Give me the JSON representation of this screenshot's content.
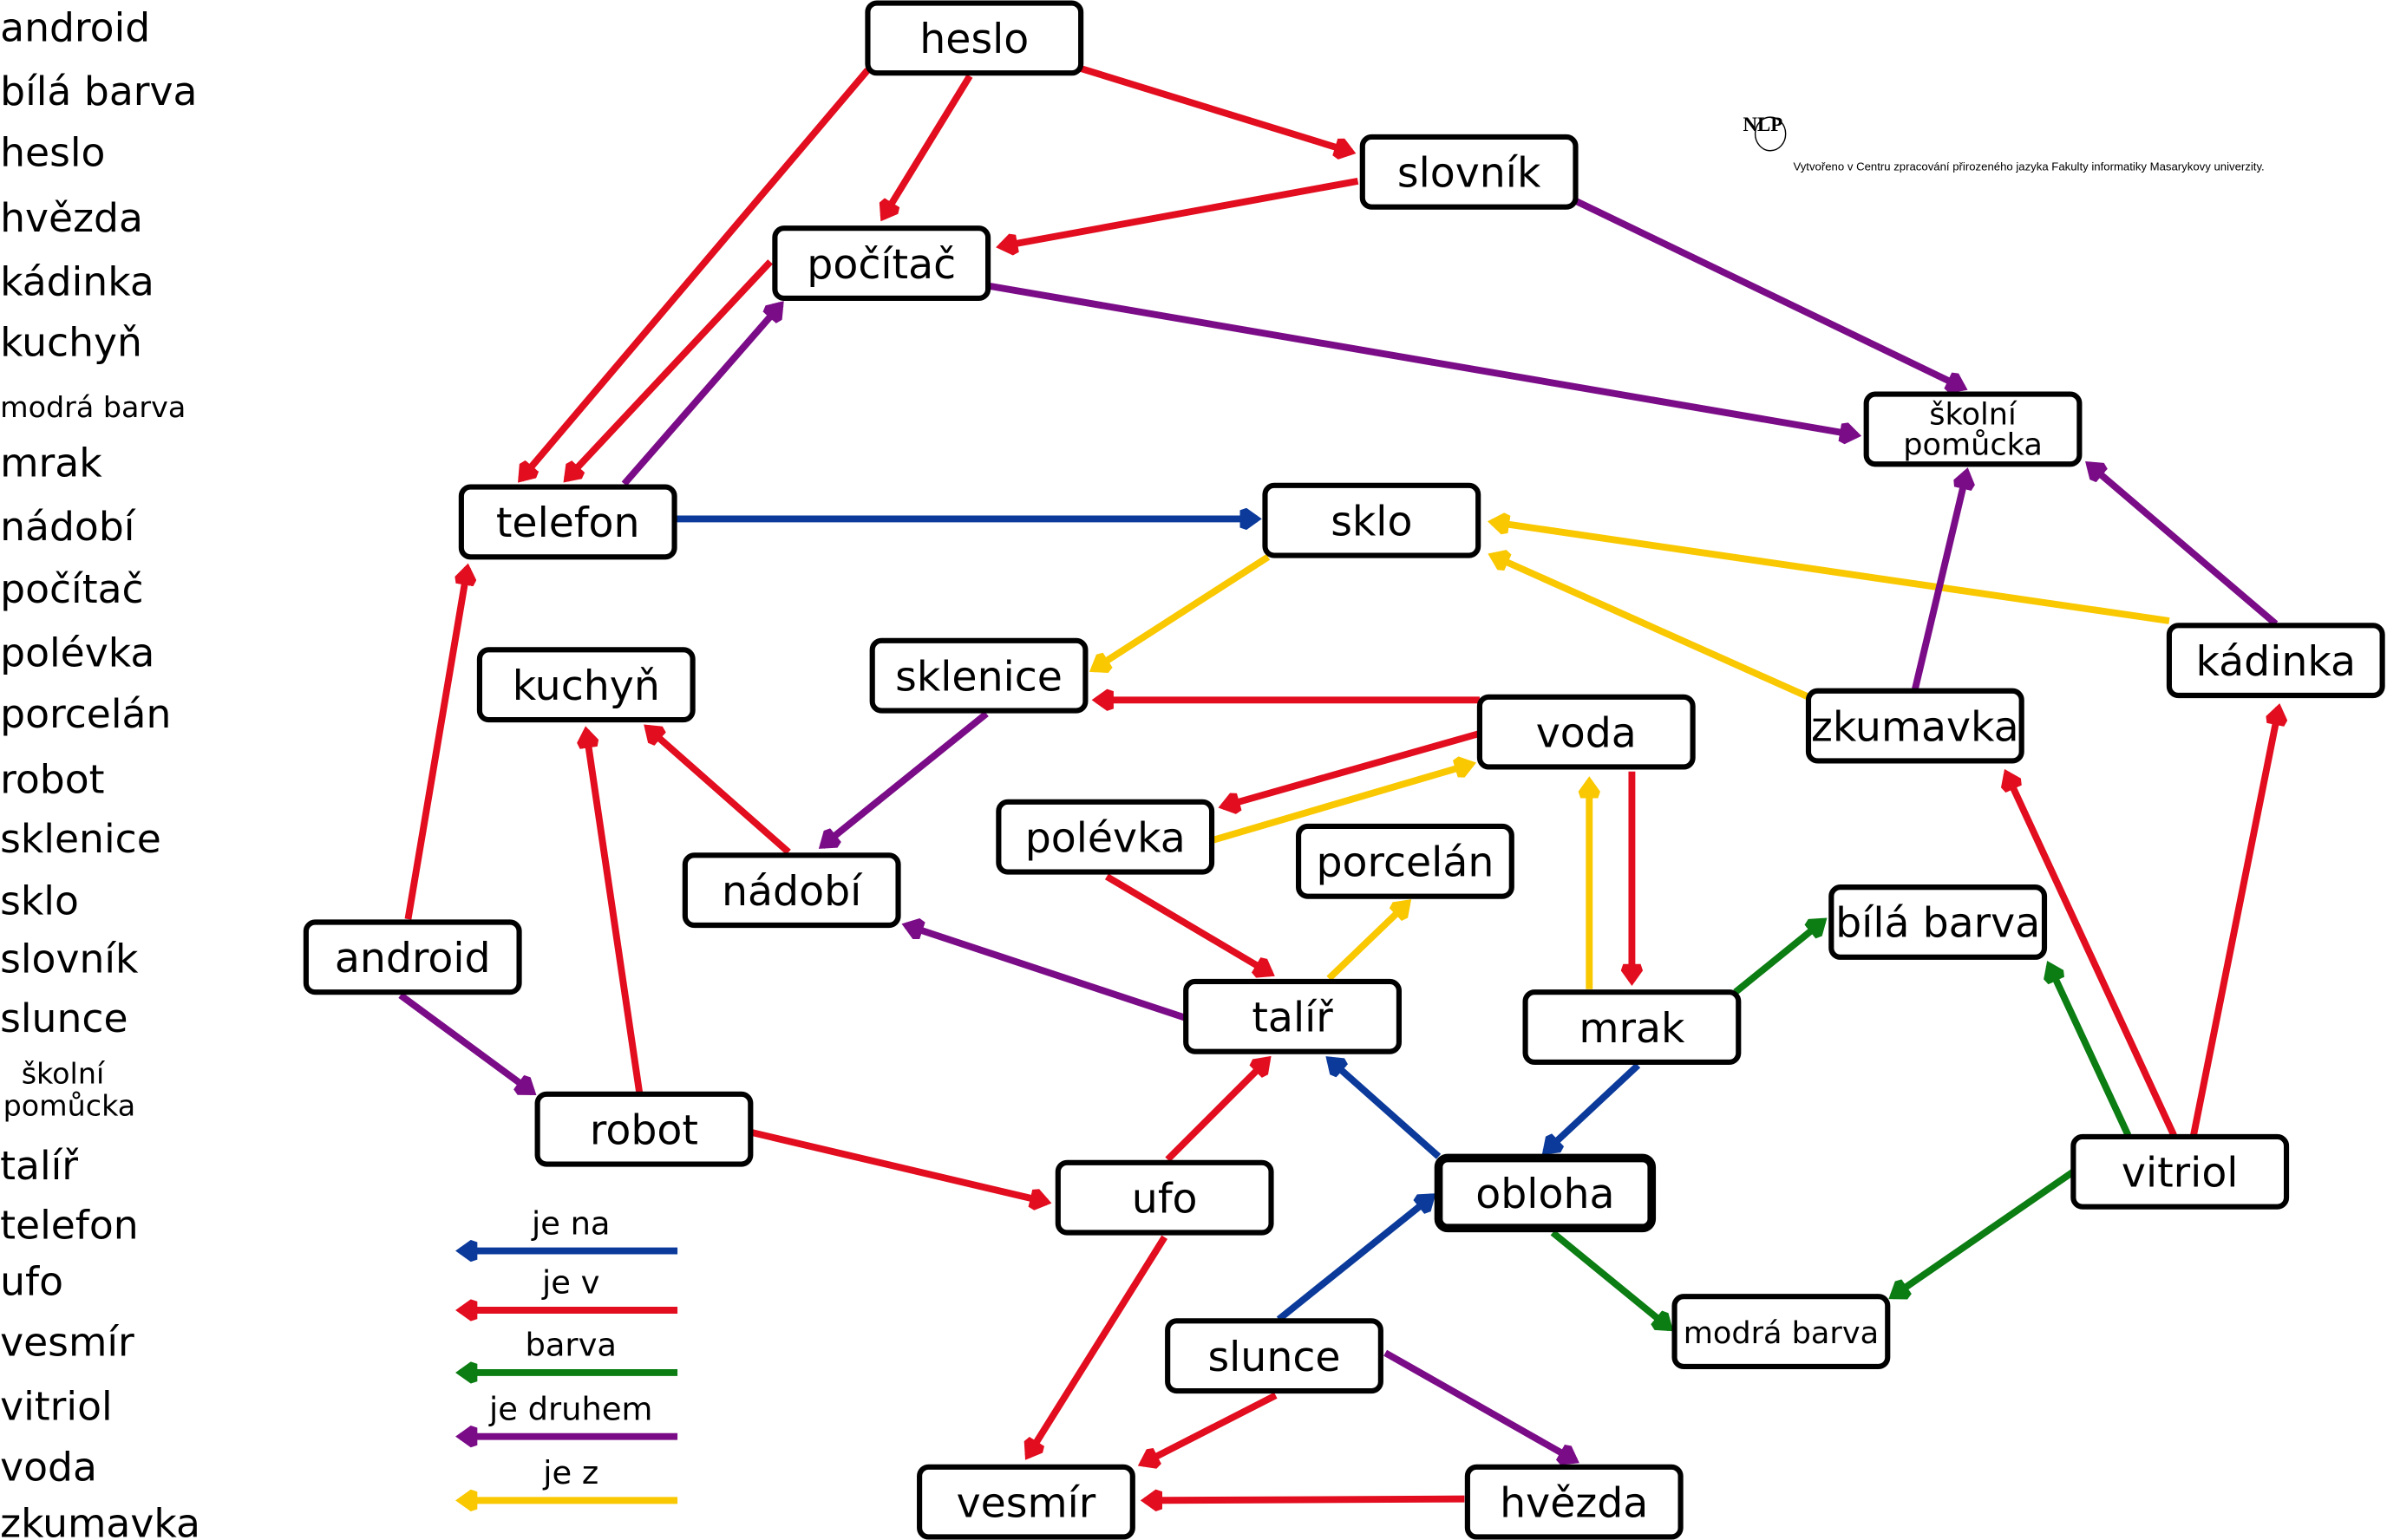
{
  "colors": {
    "je_na": "#0b3a9b",
    "je_v": "#e20d1f",
    "barva": "#0b7d12",
    "je_druhem": "#7b0c88",
    "je_z": "#f9c800"
  },
  "word_bank": [
    "android",
    "bílá barva",
    "heslo",
    "hvězda",
    "kádinka",
    "kuchyň",
    "modrá barva",
    "mrak",
    "nádobí",
    "počítač",
    "polévka",
    "porcelán",
    "robot",
    "sklenice",
    "sklo",
    "slovník",
    "slunce",
    "školní pomůcka",
    "talíř",
    "telefon",
    "ufo",
    "vesmír",
    "vitriol",
    "voda",
    "zkumavka"
  ],
  "legend": [
    {
      "key": "je_na",
      "label": "je na"
    },
    {
      "key": "je_v",
      "label": "je v"
    },
    {
      "key": "barva",
      "label": "barva"
    },
    {
      "key": "je_druhem",
      "label": "je druhem"
    },
    {
      "key": "je_z",
      "label": "je z"
    }
  ],
  "logo": {
    "text": "NLP"
  },
  "credit": "Vytvořeno v Centru zpracování přirozeného jazyka Fakulty informatiky Masarykovy univerzity.",
  "nodes": [
    {
      "id": "heslo",
      "label": "heslo"
    },
    {
      "id": "slovnik",
      "label": "slovník"
    },
    {
      "id": "pocitac",
      "label": "počítač"
    },
    {
      "id": "skolni",
      "label": "školní pomůcka",
      "lines": [
        "školní",
        "pomůcka"
      ]
    },
    {
      "id": "telefon",
      "label": "telefon"
    },
    {
      "id": "sklo",
      "label": "sklo"
    },
    {
      "id": "kuchyn",
      "label": "kuchyň"
    },
    {
      "id": "sklenice",
      "label": "sklenice"
    },
    {
      "id": "voda",
      "label": "voda"
    },
    {
      "id": "zkumavka",
      "label": "zkumavka"
    },
    {
      "id": "kadinka",
      "label": "kádinka"
    },
    {
      "id": "polevka",
      "label": "polévka"
    },
    {
      "id": "porcelan",
      "label": "porcelán"
    },
    {
      "id": "nadobi",
      "label": "nádobí"
    },
    {
      "id": "android",
      "label": "android"
    },
    {
      "id": "bila",
      "label": "bílá barva"
    },
    {
      "id": "talir",
      "label": "talíř"
    },
    {
      "id": "mrak",
      "label": "mrak"
    },
    {
      "id": "robot",
      "label": "robot"
    },
    {
      "id": "ufo",
      "label": "ufo"
    },
    {
      "id": "obloha",
      "label": "obloha"
    },
    {
      "id": "vitriol",
      "label": "vitriol"
    },
    {
      "id": "modra",
      "label": "modrá barva"
    },
    {
      "id": "slunce",
      "label": "slunce"
    },
    {
      "id": "vesmir",
      "label": "vesmír"
    },
    {
      "id": "hvezda",
      "label": "hvězda"
    }
  ],
  "edges": [
    {
      "from": "heslo",
      "to": "slovnik",
      "rel": "je_v"
    },
    {
      "from": "heslo",
      "to": "pocitac",
      "rel": "je_v"
    },
    {
      "from": "heslo",
      "to": "telefon",
      "rel": "je_v"
    },
    {
      "from": "pocitac",
      "to": "telefon",
      "rel": "je_v"
    },
    {
      "from": "telefon",
      "to": "pocitac",
      "rel": "je_druhem"
    },
    {
      "from": "slovnik",
      "to": "pocitac",
      "rel": "je_v"
    },
    {
      "from": "slovnik",
      "to": "skolni",
      "rel": "je_druhem"
    },
    {
      "from": "pocitac",
      "to": "skolni",
      "rel": "je_druhem"
    },
    {
      "from": "telefon",
      "to": "sklo",
      "rel": "je_na"
    },
    {
      "from": "sklo",
      "to": "sklenice",
      "rel": "je_z"
    },
    {
      "from": "kadinka",
      "to": "sklo",
      "rel": "je_z"
    },
    {
      "from": "zkumavka",
      "to": "sklo",
      "rel": "je_z"
    },
    {
      "from": "zkumavka",
      "to": "skolni",
      "rel": "je_druhem"
    },
    {
      "from": "kadinka",
      "to": "skolni",
      "rel": "je_druhem"
    },
    {
      "from": "voda",
      "to": "sklenice",
      "rel": "je_v"
    },
    {
      "from": "voda",
      "to": "polevka",
      "rel": "je_v"
    },
    {
      "from": "polevka",
      "to": "voda",
      "rel": "je_z"
    },
    {
      "from": "voda",
      "to": "mrak",
      "rel": "je_v"
    },
    {
      "from": "mrak",
      "to": "voda",
      "rel": "je_z"
    },
    {
      "from": "sklenice",
      "to": "nadobi",
      "rel": "je_druhem"
    },
    {
      "from": "nadobi",
      "to": "kuchyn",
      "rel": "je_v"
    },
    {
      "from": "android",
      "to": "telefon",
      "rel": "je_v"
    },
    {
      "from": "android",
      "to": "robot",
      "rel": "je_druhem"
    },
    {
      "from": "robot",
      "to": "kuchyn",
      "rel": "je_v"
    },
    {
      "from": "talir",
      "to": "nadobi",
      "rel": "je_druhem"
    },
    {
      "from": "polevka",
      "to": "talir",
      "rel": "je_v"
    },
    {
      "from": "talir",
      "to": "porcelan",
      "rel": "je_z"
    },
    {
      "from": "mrak",
      "to": "bila",
      "rel": "barva"
    },
    {
      "from": "mrak",
      "to": "obloha",
      "rel": "je_na"
    },
    {
      "from": "obloha",
      "to": "talir",
      "rel": "je_na"
    },
    {
      "from": "ufo",
      "to": "talir",
      "rel": "je_v"
    },
    {
      "from": "robot",
      "to": "ufo",
      "rel": "je_v"
    },
    {
      "from": "ufo",
      "to": "vesmir",
      "rel": "je_v"
    },
    {
      "from": "obloha",
      "to": "modra",
      "rel": "barva"
    },
    {
      "from": "slunce",
      "to": "obloha",
      "rel": "je_na"
    },
    {
      "from": "slunce",
      "to": "vesmir",
      "rel": "je_v"
    },
    {
      "from": "slunce",
      "to": "hvezda",
      "rel": "je_druhem"
    },
    {
      "from": "hvezda",
      "to": "vesmir",
      "rel": "je_v"
    },
    {
      "from": "vitriol",
      "to": "bila",
      "rel": "barva"
    },
    {
      "from": "vitriol",
      "to": "modra",
      "rel": "barva"
    },
    {
      "from": "vitriol",
      "to": "zkumavka",
      "rel": "je_v"
    },
    {
      "from": "vitriol",
      "to": "kadinka",
      "rel": "je_v"
    }
  ]
}
